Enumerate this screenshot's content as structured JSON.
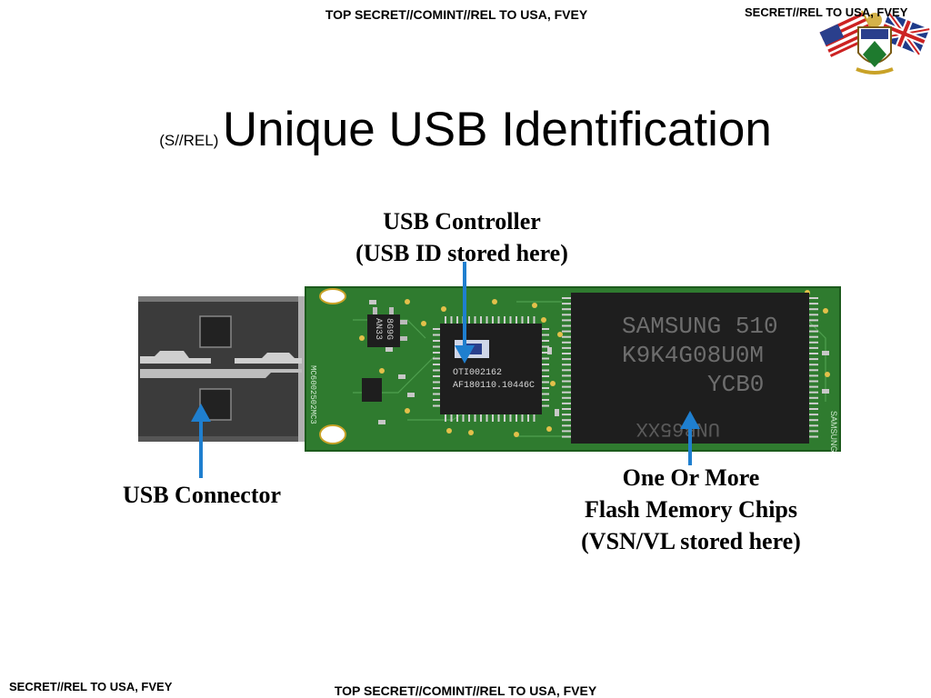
{
  "classification": {
    "top_banner": "TOP SECRET//COMINT//REL TO USA, FVEY",
    "top_right": "SECRET//REL TO USA, FVEY",
    "bottom_left": "SECRET//REL TO USA, FVEY",
    "bottom_banner": "TOP SECRET//COMINT//REL TO USA, FVEY"
  },
  "title": {
    "prefix": "(S//REL)",
    "main": "Unique USB Identification"
  },
  "labels": {
    "controller_line1": "USB Controller",
    "controller_line2": "(USB ID stored here)",
    "connector": "USB Connector",
    "flash_line1": "One Or More",
    "flash_line2": "Flash Memory Chips",
    "flash_line3": "(VSN/VL stored here)"
  },
  "chips": {
    "controller_line1": "OTI002162",
    "controller_line2": "AF180110.10446C",
    "flash_line1": "SAMSUNG 510",
    "flash_line2": "K9K4G08U0M",
    "flash_line3": "YCB0",
    "flash_mirrored": "UNB65XX",
    "regulator_line1": "AN33",
    "regulator_line2": "8G9G",
    "board_side": "MC6002502MC3",
    "edge_text": "SAMSUNG"
  },
  "colors": {
    "arrow": "#1f7fcf",
    "pcb": "#2f7b2f",
    "chip": "#1e1e1e"
  },
  "icons": [
    "us-flag-icon",
    "uk-flag-icon",
    "crest-icon"
  ]
}
